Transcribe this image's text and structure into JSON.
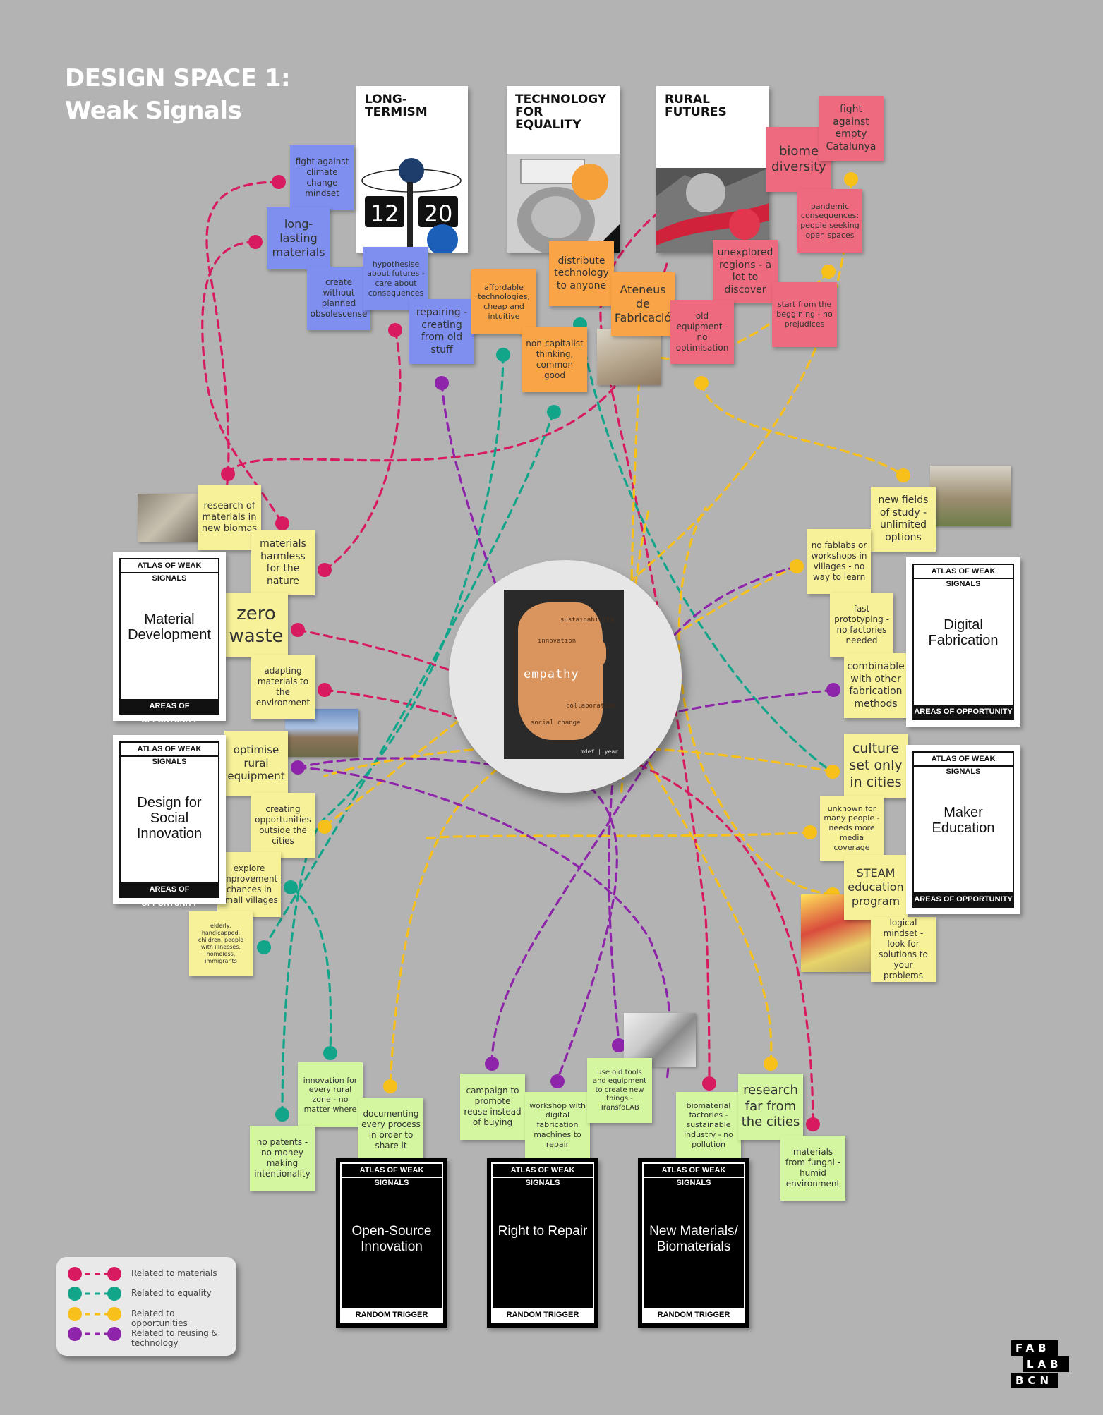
{
  "title": {
    "line1": "DESIGN SPACE 1:",
    "line2": "Weak Signals"
  },
  "trend_cards": [
    {
      "id": "long-termism",
      "title": "LONG-\nTERMISM"
    },
    {
      "id": "technology-for-equality",
      "title": "TECHNOLOGY\nFOR EQUALITY"
    },
    {
      "id": "rural-futures",
      "title": "RURAL\nFUTURES"
    }
  ],
  "notes": {
    "fight_climate": "fight against climate change mindset",
    "long_lasting": "long-lasting materials",
    "create_without": "create without planned obsolescense",
    "hypothesise": "hypothesise about futures - care about consequences",
    "repairing": "repairing - creating from old stuff",
    "affordable": "affordable technologies, cheap and intuitive",
    "distribute": "distribute technology to anyone",
    "non_capitalist": "non-capitalist thinking, common good",
    "ateneus": "Ateneus de Fabricació",
    "biome": "biome diversity",
    "fight_empty": "fight against empty Catalunya",
    "pandemic": "pandemic consequences: people seeking open spaces",
    "unexplored": "unexplored regions - a lot to discover",
    "old_equipment": "old equipment - no optimisation",
    "start_from": "start from the beggining - no prejudices",
    "research_materials": "research of materials in new biomas",
    "materials_harmless": "materials harmless for the nature",
    "zero_waste": "zero waste",
    "adapting": "adapting materials to the environment",
    "optimise_rural": "optimise rural equipment",
    "creating_opps": "creating opportunities outside the cities",
    "explore_improvement": "explore improvement chances in small villages",
    "elderly": "elderly, handicapped, children, people with illnesses, homeless, immigrants",
    "new_fields": "new fields of study - unlimited options",
    "no_fablabs": "no fablabs or workshops in villages - no way to learn",
    "fast_prototyping": "fast prototyping - no factories needed",
    "combinable": "combinable with other fabrication methods",
    "culture_set": "culture set only in cities",
    "unknown": "unknown for many people - needs more media coverage",
    "steam": "STEAM education program",
    "logical_mindset": "logical mindset - look for solutions to your problems",
    "innovation_rural": "innovation for every rural zone - no matter where",
    "no_patents": "no patents - no money making intentionality",
    "documenting": "documenting every process in order to share it",
    "campaign": "campaign to promote reuse instead of buying",
    "workshop_digital": "workshop with digital fabrication machines to repair",
    "use_old_tools": "use old tools and equipment to create new things - TransfoLAB",
    "biomaterial_factories": "biomaterial factories - sustainable industry - no pollution",
    "research_far": "research far from the cities",
    "fungi": "materials from funghi - humid environment"
  },
  "atlas_cards": [
    {
      "id": "material-development",
      "header": "ATLAS OF WEAK SIGNALS",
      "name": "Material Development",
      "footer": "AREAS OF OPPORTUNITY"
    },
    {
      "id": "design-social-innovation",
      "header": "ATLAS OF WEAK SIGNALS",
      "name": "Design for Social Innovation",
      "footer": "AREAS OF OPPORTUNITY"
    },
    {
      "id": "digital-fabrication",
      "header": "ATLAS OF WEAK SIGNALS",
      "name": "Digital Fabrication",
      "footer": "AREAS OF OPPORTUNITY"
    },
    {
      "id": "maker-education",
      "header": "ATLAS OF WEAK SIGNALS",
      "name": "Maker Education",
      "footer": "AREAS OF OPPORTUNITY"
    }
  ],
  "random_triggers": [
    {
      "id": "open-source",
      "header": "ATLAS OF WEAK SIGNALS",
      "name": "Open-Source Innovation",
      "footer": "RANDOM TRIGGER"
    },
    {
      "id": "right-to-repair",
      "header": "ATLAS OF WEAK SIGNALS",
      "name": "Right to Repair",
      "footer": "RANDOM TRIGGER"
    },
    {
      "id": "new-materials",
      "header": "ATLAS OF WEAK SIGNALS",
      "name": "New Materials/ Biomaterials",
      "footer": "RANDOM TRIGGER"
    }
  ],
  "center": {
    "main": "empathy",
    "words": [
      "sustainability",
      "innovation",
      "collaboration",
      "social change"
    ],
    "footer": "mdef | year"
  },
  "legend": [
    {
      "label": "Related to materials",
      "color": "#d81b60"
    },
    {
      "label": "Related to equality",
      "color": "#13a58a"
    },
    {
      "label": "Related to opportunities",
      "color": "#f7c01b"
    },
    {
      "label": "Related to reusing & technology",
      "color": "#8e24aa"
    }
  ],
  "colors": {
    "materials": "#d81b60",
    "equality": "#13a58a",
    "opportunities": "#f7c01b",
    "reusing": "#8e24aa"
  },
  "logo": {
    "line1": "FAB",
    "line2": "LAB",
    "line3": "BCN"
  }
}
